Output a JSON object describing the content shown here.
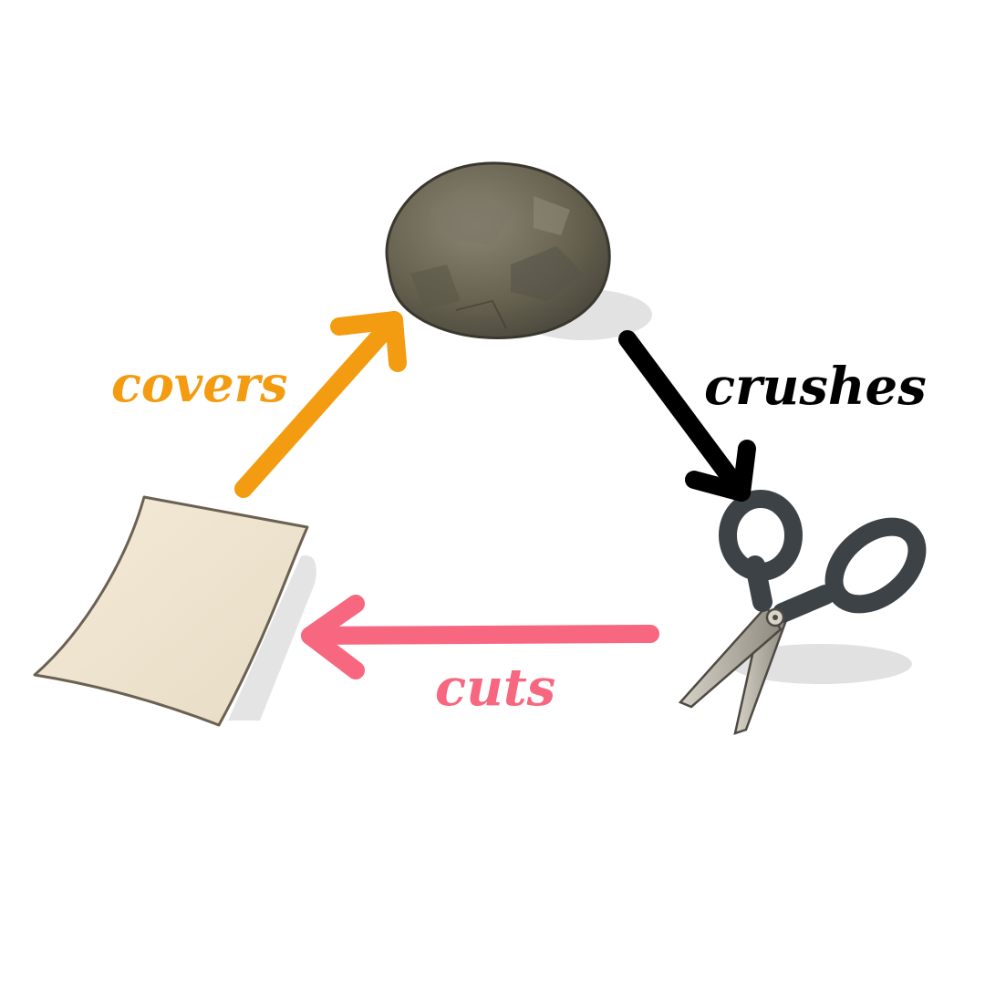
{
  "colors": {
    "background": "#ffffff",
    "covers": "#f39c12",
    "crushes": "#000000",
    "cuts": "#f7677f",
    "rock": "#6b675a",
    "paper": "#efe4d0",
    "scissors_handle": "#3d4246",
    "scissors_blade": "#b9b5ab"
  },
  "nodes": [
    {
      "name": "rock",
      "icon": "rock-icon"
    },
    {
      "name": "paper",
      "icon": "paper-icon"
    },
    {
      "name": "scissors",
      "icon": "scissors-icon"
    }
  ],
  "edges": [
    {
      "from": "paper",
      "to": "rock",
      "label": "covers",
      "color": "#f39c12"
    },
    {
      "from": "rock",
      "to": "scissors",
      "label": "crushes",
      "color": "#000000"
    },
    {
      "from": "scissors",
      "to": "paper",
      "label": "cuts",
      "color": "#f7677f"
    }
  ]
}
